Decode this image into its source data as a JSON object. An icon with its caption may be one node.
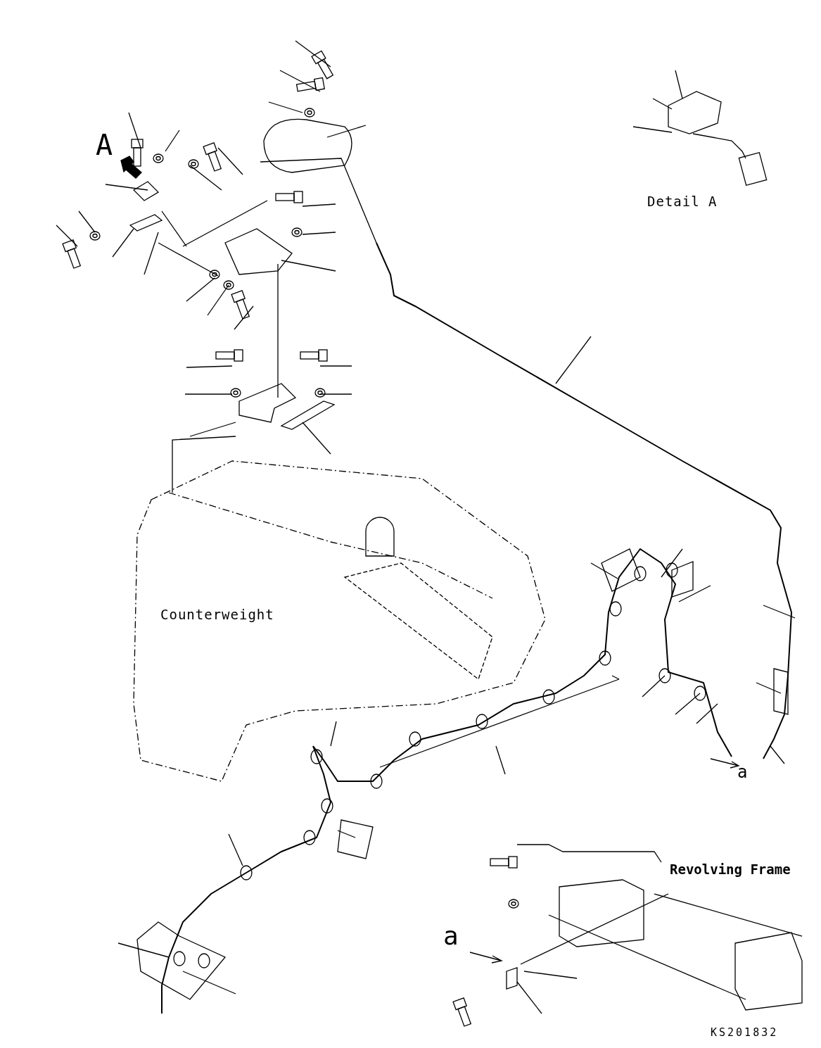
{
  "diagram": {
    "labels": [
      "A",
      "Detail A",
      "Counterweight",
      "a",
      "Revolving Frame",
      "a",
      "KS201832"
    ]
  }
}
